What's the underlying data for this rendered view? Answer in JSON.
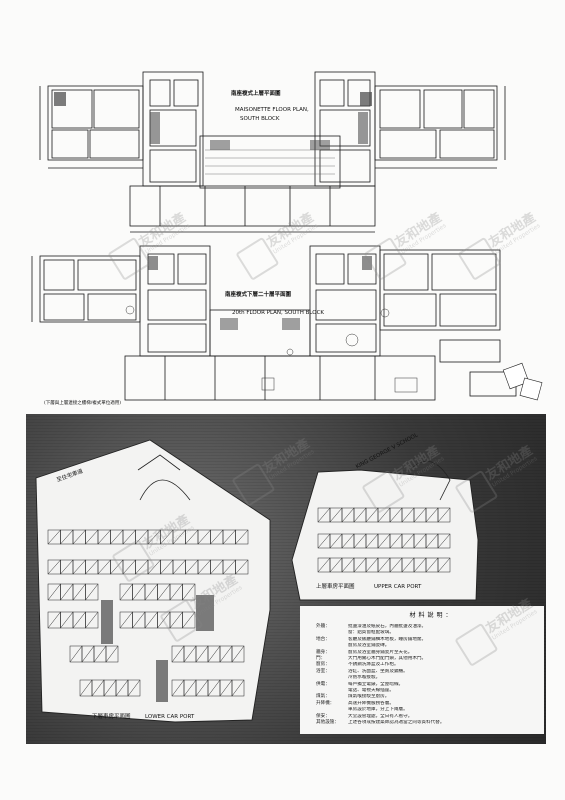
{
  "plans": {
    "upper_title_cn": "南座複式上層平面圖",
    "upper_title_en_1": "MAISONETTE FLOOR PLAN,",
    "upper_title_en_2": "SOUTH BLOCK",
    "lower_title_cn": "南座複式下層二十層平面圖",
    "lower_title_en_1": "20th FLOOR PLAN, SOUTH BLOCK",
    "note_small": "(下層與上層連接之樓梯/複式單位適用)"
  },
  "carpark": {
    "road_label": "KING GEORGE V SCHOOL",
    "upper_title_cn": "上層車房平面圖",
    "upper_title_en": "UPPER CAR PORT",
    "lower_title_cn": "下層車房平面圖",
    "lower_title_en": "LOWER CAR PORT",
    "left_label": "至住宅車道"
  },
  "notes": {
    "title": "材料說明：",
    "rows": [
      {
        "k": "外牆：",
        "v": "批盪漆油及紙皮石，內牆批盪及油漆。"
      },
      {
        "k": "",
        "v": "窗：鋁質窗框配玻璃。"
      },
      {
        "k": "地台：",
        "v": "客廳及飯廳鋪柚木地板，睡房鋪地蓆。"
      },
      {
        "k": "",
        "v": "廚房及浴室鋪瓷磚。"
      },
      {
        "k": "牆身：",
        "v": "廚房及浴室牆身鋪瓷片至天花。"
      },
      {
        "k": "門：",
        "v": "大門用實心木門配門鎖，其他用木門。"
      },
      {
        "k": "廚房：",
        "v": "不銹鋼洗滌盆及工作枱。"
      },
      {
        "k": "浴室：",
        "v": "浴缸、洗面盆、坐廁及鏡櫃。"
      },
      {
        "k": "",
        "v": "冷熱水喉接駁。"
      },
      {
        "k": "供電：",
        "v": "每戶獨立電錶，全屋暗線。"
      },
      {
        "k": "",
        "v": "電話、電視天線插座。"
      },
      {
        "k": "煤氣：",
        "v": "煤氣喉接駁至廚房。"
      },
      {
        "k": "升降機：",
        "v": "高速升降機服務各層。"
      },
      {
        "k": "",
        "v": "車房設於地庫，分上下兩層。"
      },
      {
        "k": "保安：",
        "v": "大堂設管理處，全日有人看守。"
      },
      {
        "k": "其他設施：",
        "v": "上述各項或按建築師認為適當之同等質料代替。"
      }
    ]
  },
  "watermark": {
    "cn": "友和地產",
    "en": "United Properties"
  }
}
